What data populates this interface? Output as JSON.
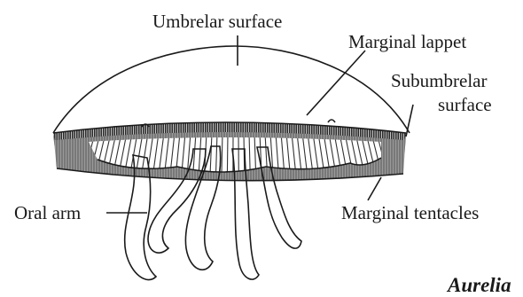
{
  "diagram": {
    "labels": {
      "umbrellar_surface": "Umbrelar surface",
      "marginal_lappet": "Marginal lappet",
      "subumbrellar_line1": "Subumbrelar",
      "subumbrellar_line2": "surface",
      "oral_arm": "Oral arm",
      "marginal_tentacles": "Marginal tentacles",
      "genus": "Aurelia"
    }
  }
}
